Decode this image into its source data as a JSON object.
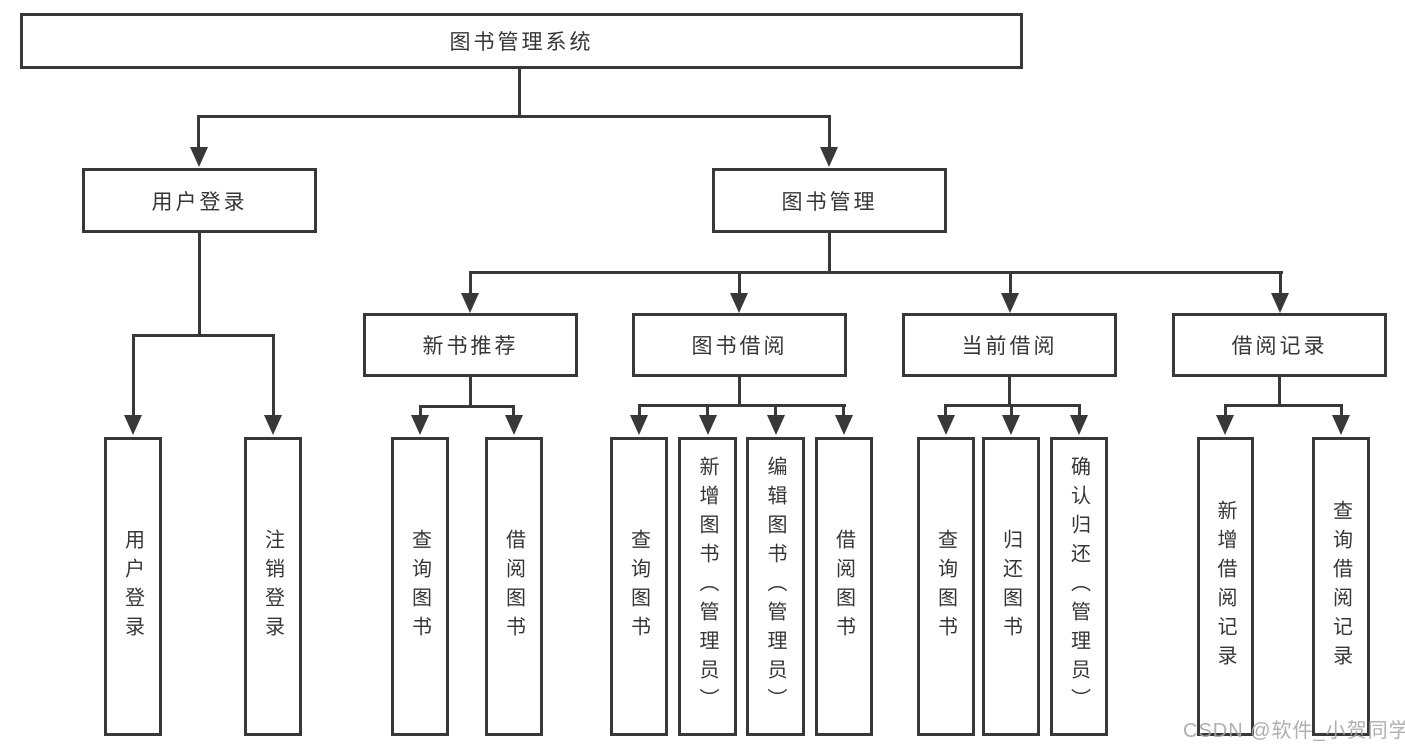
{
  "diagram": {
    "title": "图书管理系统",
    "colors": {
      "line": "#383838",
      "text": "#363636",
      "background": "#ffffff",
      "watermark": "#a8a8a8"
    }
  },
  "tree": {
    "root": {
      "label": "图书管理系统"
    },
    "branches": [
      {
        "label": "用户登录",
        "children": [
          {
            "label": "用户登录"
          },
          {
            "label": "注销登录"
          }
        ]
      },
      {
        "label": "图书管理",
        "children": [
          {
            "label": "新书推荐",
            "children": [
              {
                "label": "查询图书"
              },
              {
                "label": "借阅图书"
              }
            ]
          },
          {
            "label": "图书借阅",
            "children": [
              {
                "label": "查询图书"
              },
              {
                "label": "新增图书（管理员）"
              },
              {
                "label": "编辑图书（管理员）"
              },
              {
                "label": "借阅图书"
              }
            ]
          },
          {
            "label": "当前借阅",
            "children": [
              {
                "label": "查询图书"
              },
              {
                "label": "归还图书"
              },
              {
                "label": "确认归还（管理员）"
              }
            ]
          },
          {
            "label": "借阅记录",
            "children": [
              {
                "label": "新增借阅记录"
              },
              {
                "label": "查询借阅记录"
              }
            ]
          }
        ]
      }
    ]
  },
  "watermark": {
    "text": "CSDN @软件_小贺同学"
  }
}
